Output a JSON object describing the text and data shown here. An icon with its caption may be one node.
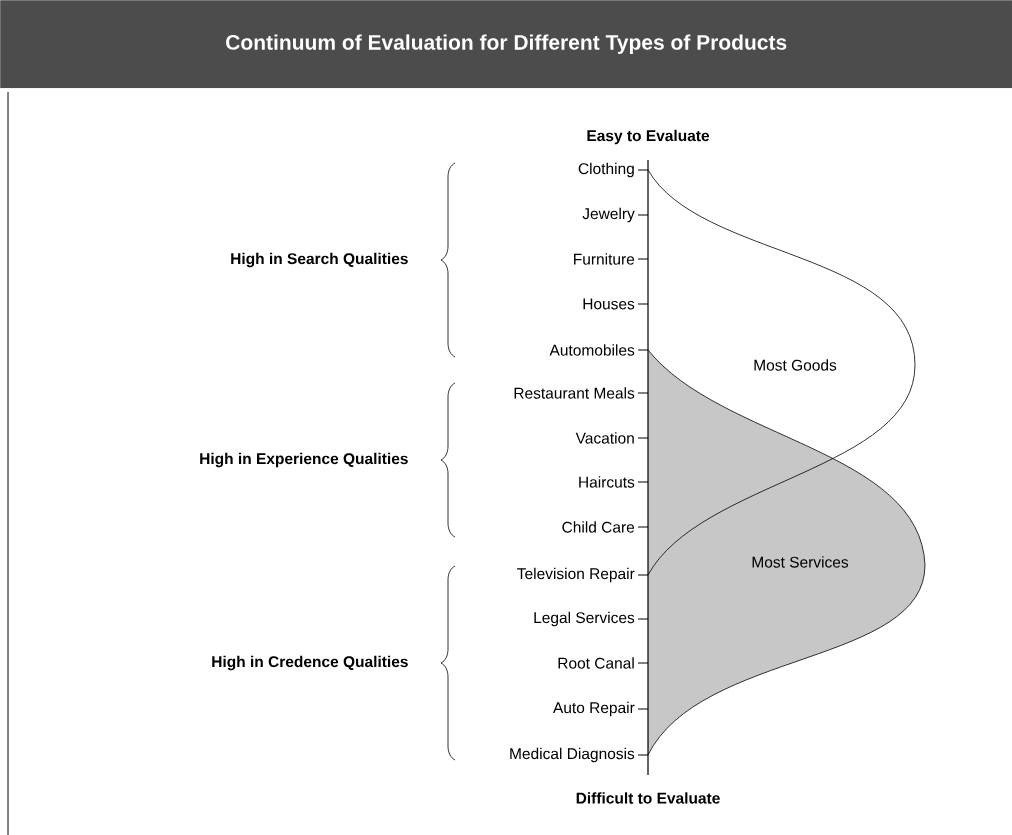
{
  "diagram": {
    "title": "Continuum of Evaluation for Different Types of Products",
    "labels": [
      "Easy to Evaluate",
      "Clothing",
      "Jewelry",
      "Furniture",
      "Houses",
      "Automobiles",
      "Restaurant Meals",
      "Vacation",
      "Haircuts",
      "Child Care",
      "Television Repair",
      "Legal Services",
      "Root Canal",
      "Auto Repair",
      "Medical Diagnosis",
      "Difficult to Evaluate",
      "High in Search Qualities",
      "High in Experience Qualities",
      "High in Credence Qualities",
      "Most Goods",
      "Most Services"
    ]
  }
}
